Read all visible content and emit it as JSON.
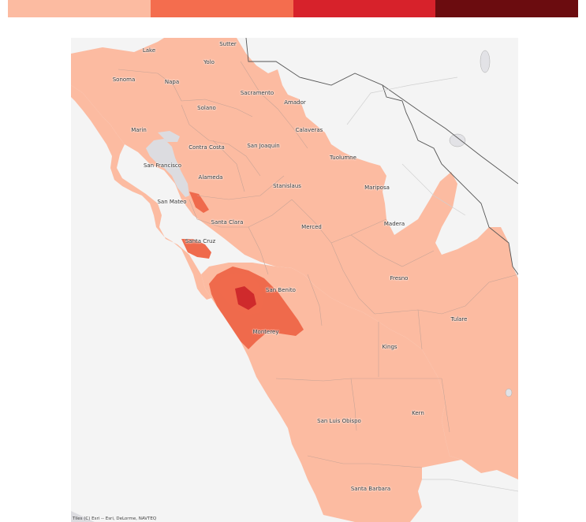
{
  "legend": {
    "colors": [
      "#fcbba1",
      "#f46d4e",
      "#d7222b",
      "#6b0c0f"
    ]
  },
  "map": {
    "colors": {
      "ocean": "#dcdce0",
      "land": "#f4f4f4",
      "choropleth_base": "#fcbba1",
      "choropleth_mid": "#f7a285",
      "choropleth_high": "#ef6a4c",
      "choropleth_peak": "#cf2a2c",
      "county_line": "#c9a496",
      "state_line": "#555555"
    },
    "counties": [
      {
        "name": "Lake"
      },
      {
        "name": "Sutter"
      },
      {
        "name": "Yolo"
      },
      {
        "name": "Sonoma"
      },
      {
        "name": "Napa"
      },
      {
        "name": "Sacramento"
      },
      {
        "name": "Amador"
      },
      {
        "name": "Solano"
      },
      {
        "name": "Marin"
      },
      {
        "name": "Calaveras"
      },
      {
        "name": "Contra Costa"
      },
      {
        "name": "San Joaquin"
      },
      {
        "name": "Tuolumne"
      },
      {
        "name": "San Francisco"
      },
      {
        "name": "Alameda"
      },
      {
        "name": "Stanislaus"
      },
      {
        "name": "Mariposa"
      },
      {
        "name": "San Mateo"
      },
      {
        "name": "Santa Clara"
      },
      {
        "name": "Merced"
      },
      {
        "name": "Madera"
      },
      {
        "name": "Santa Cruz"
      },
      {
        "name": "Fresno"
      },
      {
        "name": "San Benito"
      },
      {
        "name": "Tulare"
      },
      {
        "name": "Monterey"
      },
      {
        "name": "Kings"
      },
      {
        "name": "Kern"
      },
      {
        "name": "San Luis Obispo"
      },
      {
        "name": "Santa Barbara"
      }
    ],
    "attribution": "Tiles (C) Esri -- Esri, DeLorme, NAVTEQ"
  }
}
